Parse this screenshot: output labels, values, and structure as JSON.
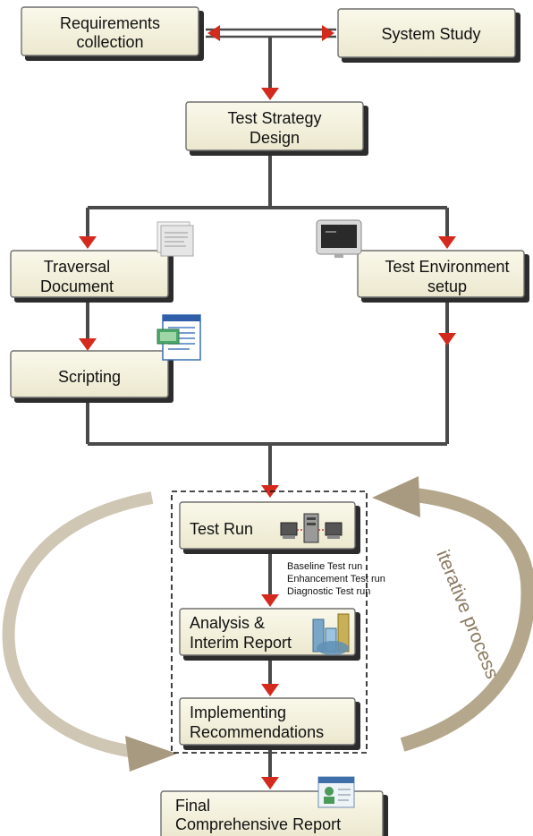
{
  "nodes": {
    "requirements": [
      "Requirements",
      "collection"
    ],
    "system_study": [
      "System Study"
    ],
    "test_strategy": [
      "Test Strategy",
      "Design"
    ],
    "traversal": [
      "Traversal",
      "Document"
    ],
    "test_env": [
      "Test Environment",
      "setup"
    ],
    "scripting": [
      "Scripting"
    ],
    "test_run": [
      "Test Run"
    ],
    "analysis": [
      "Analysis &",
      "Interim Report"
    ],
    "implementing": [
      "Implementing",
      "Recommendations"
    ],
    "final_report": [
      "Final",
      "Comprehensive Report"
    ]
  },
  "run_types": [
    "Baseline Test run",
    "Enhancement Test run",
    "Diagnostic Test run"
  ],
  "iterative_label": "iterative process",
  "colors": {
    "arrow_head": "#d42a1e",
    "connector": "#4a4a4a",
    "cycle_arrow": "#a89a80",
    "box_fill": "#f3f0dc"
  },
  "icons": [
    "document-icon",
    "monitor-icon",
    "text-document-icon",
    "servers-icon",
    "bar-chart-icon",
    "report-card-icon"
  ]
}
